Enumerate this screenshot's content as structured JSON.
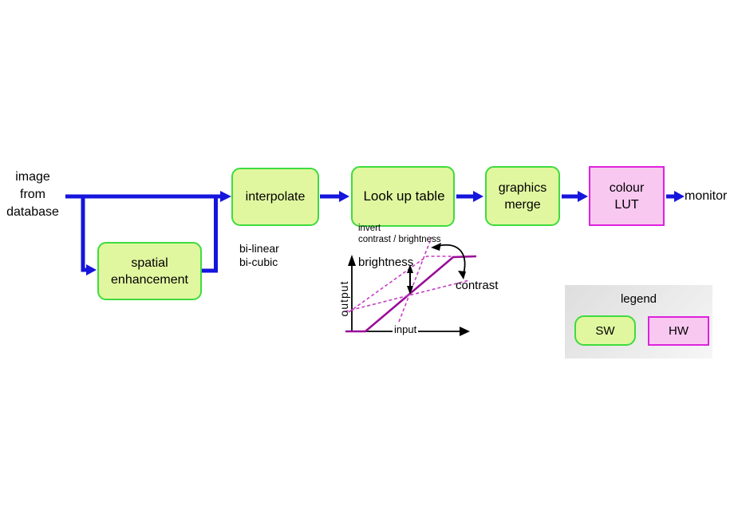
{
  "flow": {
    "source": "image\nfrom\ndatabase",
    "interpolate": "interpolate",
    "interpolate_note": "bi-linear\nbi-cubic",
    "lut_title": "Look up table",
    "lut_detail": "invert\ncontrast / brightness",
    "spatial": "spatial\nenhancement",
    "graphics_merge": "graphics\nmerge",
    "colour_lut": "colour\nLUT",
    "monitor": "monitor"
  },
  "transfer_plot": {
    "xlabel": "input",
    "ylabel": "output",
    "brightness_label": "brightness",
    "contrast_label": "contrast"
  },
  "legend": {
    "title": "legend",
    "sw_label": "SW",
    "hw_label": "HW"
  },
  "colors": {
    "arrow_blue": "#1515dd",
    "sw_fill": "#e1f79f",
    "sw_border": "#3fdb3f",
    "hw_fill": "#f8c8f0",
    "hw_border": "#dd22dd",
    "curve_solid": "#990d99",
    "curve_dashed": "#c33fc3",
    "axis_black": "#000000"
  }
}
